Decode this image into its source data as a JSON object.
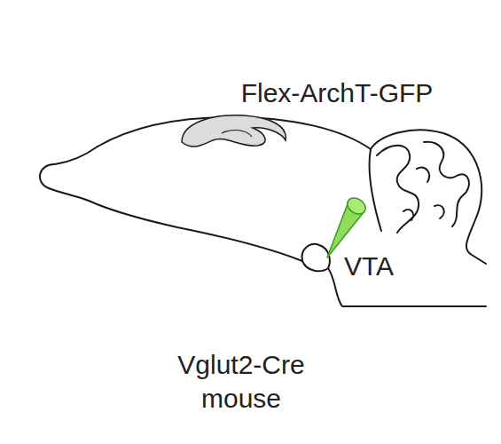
{
  "diagram": {
    "labels": [
      "Flex-ArchT-GFP",
      "VTA",
      "Vglut2-Cre mouse"
    ]
  }
}
